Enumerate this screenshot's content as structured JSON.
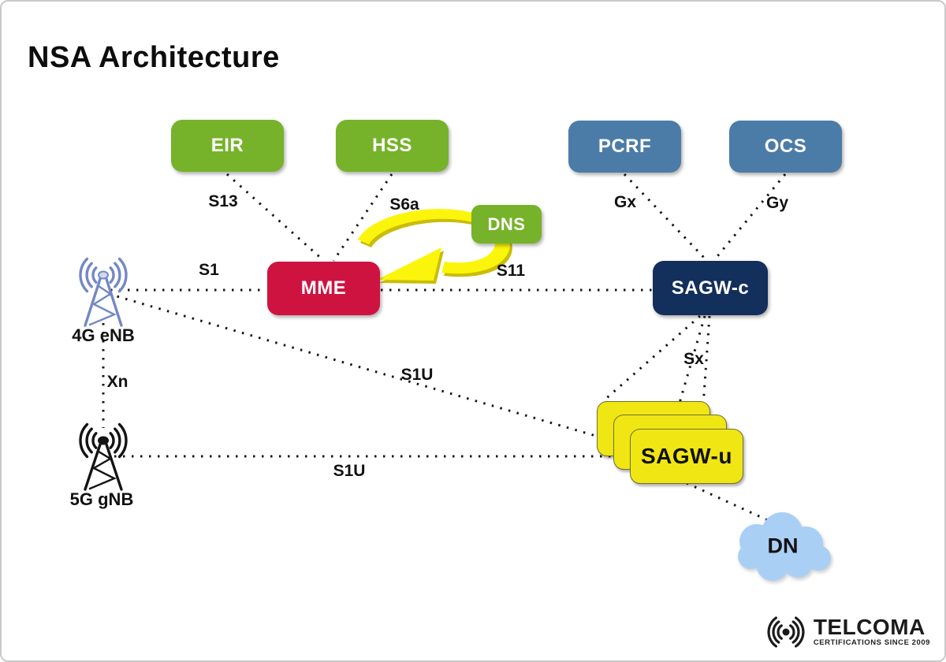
{
  "title": "NSA Architecture",
  "colors": {
    "green": "#76B32A",
    "steel_blue": "#4B7CA7",
    "red": "#CE1340",
    "navy": "#132F5B",
    "yellow": "#F0E614",
    "cloud_blue": "#A9CFF5",
    "tower_4g_blue": "#7488C4",
    "tower_5g_black": "#141414",
    "arrow_yellow": "#FBF50B",
    "line_black": "#161616"
  },
  "nodes": {
    "eir": {
      "label": "EIR"
    },
    "hss": {
      "label": "HSS"
    },
    "pcrf": {
      "label": "PCRF"
    },
    "ocs": {
      "label": "OCS"
    },
    "dns": {
      "label": "DNS"
    },
    "mme": {
      "label": "MME"
    },
    "sagw_c": {
      "label": "SAGW-c"
    },
    "sagw_u": {
      "label": "SAGW-u"
    },
    "dn": {
      "label": "DN"
    },
    "enb_4g": {
      "label": "4G eNB"
    },
    "gnb_5g": {
      "label": "5G gNB"
    }
  },
  "interfaces": {
    "s13": "S13",
    "s6a": "S6a",
    "gx": "Gx",
    "gy": "Gy",
    "s1": "S1",
    "s11": "S11",
    "sx": "Sx",
    "s1u_enb": "S1U",
    "s1u_gnb": "S1U",
    "xn": "Xn"
  },
  "logo": {
    "name": "TELCOMA",
    "tagline": "CERTIFICATIONS SINCE 2009"
  }
}
